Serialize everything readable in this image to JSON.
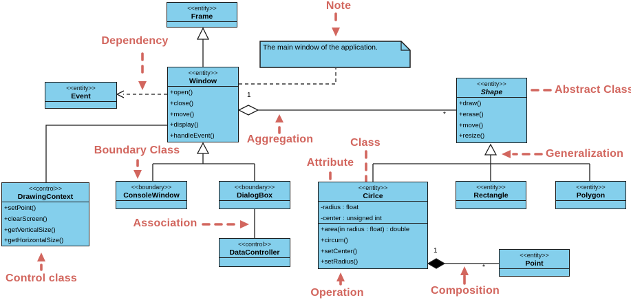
{
  "colors": {
    "box_fill": "#84CFEC",
    "box_border": "#1c1c1c",
    "annotation": "#D2665E"
  },
  "classes": {
    "frame": {
      "stereotype": "<<entity>>",
      "name": "Frame"
    },
    "window": {
      "stereotype": "<<entity>>",
      "name": "Window",
      "ops": [
        "+open()",
        "+close()",
        "+move()",
        "+display()",
        "+handleEvent()"
      ]
    },
    "event": {
      "stereotype": "<<entity>>",
      "name": "Event"
    },
    "shape": {
      "stereotype": "<<entity>>",
      "name": "Shape",
      "ops": [
        "+draw()",
        "+erase()",
        "+move()",
        "+resize()"
      ]
    },
    "drawing_context": {
      "stereotype": "<<control>>",
      "name": "DrawingContext",
      "ops": [
        "+setPoint()",
        "+clearScreen()",
        "+getVerticalSize()",
        "+getHorizontalSize()"
      ]
    },
    "console_window": {
      "stereotype": "<<boundary>>",
      "name": "ConsoleWindow"
    },
    "dialog_box": {
      "stereotype": "<<boundary>>",
      "name": "DialogBox"
    },
    "data_controller": {
      "stereotype": "<<control>>",
      "name": "DataController"
    },
    "circle": {
      "stereotype": "<<entity>>",
      "name": "Cirlce",
      "attrs": [
        "-radius : float",
        "-center : unsigned int"
      ],
      "ops": [
        "+area(in radius : float) : double",
        "+circum()",
        "+setCenter()",
        "+setRadius()"
      ]
    },
    "rectangle": {
      "stereotype": "<<entity>>",
      "name": "Rectangle"
    },
    "polygon": {
      "stereotype": "<<entity>>",
      "name": "Polygon"
    },
    "point": {
      "stereotype": "<<entity>>",
      "name": "Point"
    }
  },
  "note": {
    "text": "The main window of the application."
  },
  "multiplicities": {
    "aggregation_one": "1",
    "aggregation_many": "*",
    "composition_one": "1",
    "composition_many": "*"
  },
  "annotations": {
    "note": "Note",
    "dependency": "Dependency",
    "abstract_class": "Abstract Class",
    "aggregation": "Aggregation",
    "boundary_class": "Boundary Class",
    "generalization": "Generalization",
    "class": "Class",
    "attribute": "Attribute",
    "association": "Association",
    "control_class": "Control class",
    "operation": "Operation",
    "composition": "Composition"
  }
}
